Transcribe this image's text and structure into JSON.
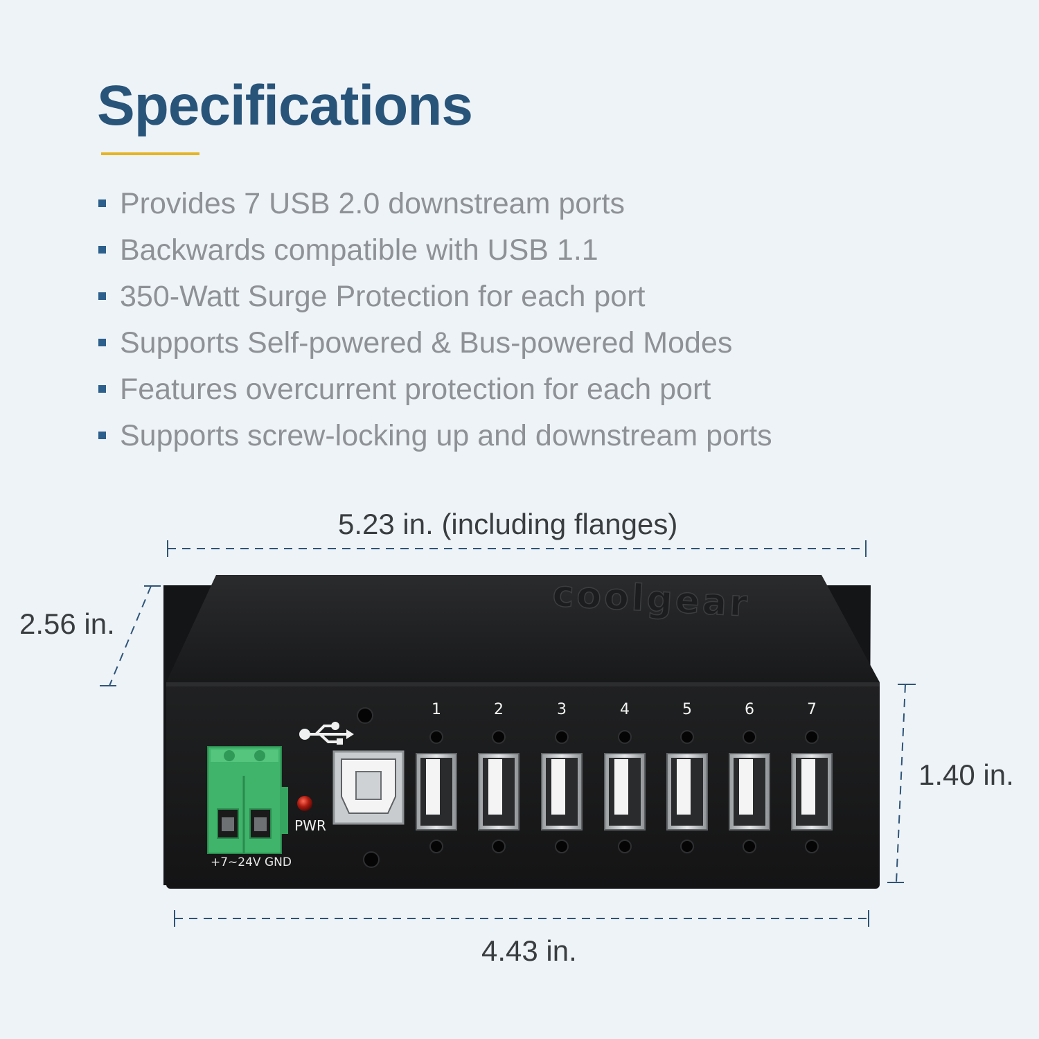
{
  "page": {
    "title": "Specifications"
  },
  "features": [
    "Provides 7 USB 2.0 downstream ports",
    "Backwards compatible with USB 1.1",
    "350-Watt Surge Protection for each port",
    "Supports Self-powered & Bus-powered Modes",
    "Features overcurrent protection for each port",
    "Supports screw-locking up and downstream ports"
  ],
  "dimensions": {
    "width_including_flanges": "5.23 in. (including flanges)",
    "depth": "2.56 in.",
    "height": "1.40 in.",
    "width": "4.43 in."
  },
  "device": {
    "brand": "coolgear",
    "port_numbers": [
      "1",
      "2",
      "3",
      "4",
      "5",
      "6",
      "7"
    ],
    "power_led_label": "PWR",
    "terminal_label": "+7~24V GND"
  },
  "colors": {
    "title": "#29547a",
    "accent": "#e6b422",
    "bullet": "#2c5f8c",
    "body_text": "#8e9296",
    "dimension_line": "#2f5478",
    "terminal_green": "#3fb46a",
    "led_red": "#b01c10"
  },
  "icons": {
    "usb_symbol": "usb-icon"
  }
}
